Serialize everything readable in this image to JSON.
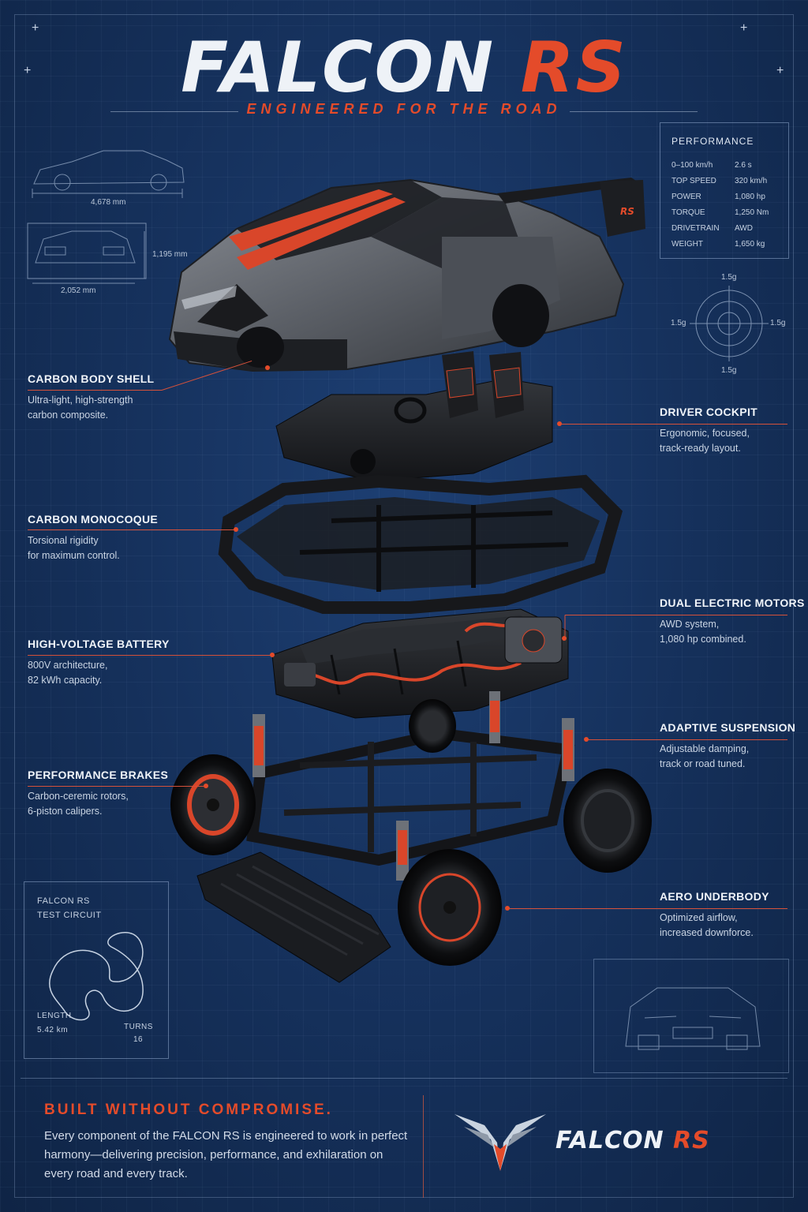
{
  "title": {
    "main": "FALCON",
    "accent": "RS"
  },
  "subtitle": "ENGINEERED FOR THE ROAD",
  "blueprint": {
    "length": "4,678 mm",
    "height": "1,195 mm",
    "width": "2,052 mm"
  },
  "performance": {
    "heading": "PERFORMANCE",
    "rows": [
      {
        "label": "0–100 km/h",
        "value": "2.6 s"
      },
      {
        "label": "TOP SPEED",
        "value": "320 km/h"
      },
      {
        "label": "POWER",
        "value": "1,080 hp"
      },
      {
        "label": "TORQUE",
        "value": "1,250 Nm"
      },
      {
        "label": "DRIVETRAIN",
        "value": "AWD"
      },
      {
        "label": "WEIGHT",
        "value": "1,650 kg"
      }
    ]
  },
  "gforce": {
    "top": "1.5g",
    "bottom": "1.5g",
    "left": "1.5g",
    "right": "1.5g"
  },
  "callouts": {
    "body_shell": {
      "title": "CARBON BODY SHELL",
      "line1": "Ultra-light, high-strength",
      "line2": "carbon composite."
    },
    "cockpit": {
      "title": "DRIVER COCKPIT",
      "line1": "Ergonomic, focused,",
      "line2": "track-ready layout."
    },
    "monocoque": {
      "title": "CARBON MONOCOQUE",
      "line1": "Torsional rigidity",
      "line2": "for maximum control."
    },
    "motors": {
      "title": "DUAL ELECTRIC MOTORS",
      "line1": "AWD system,",
      "line2": "1,080 hp combined."
    },
    "battery": {
      "title": "HIGH-VOLTAGE BATTERY",
      "line1": "800V architecture,",
      "line2": "82 kWh capacity."
    },
    "suspension": {
      "title": "ADAPTIVE SUSPENSION",
      "line1": "Adjustable damping,",
      "line2": "track or road tuned."
    },
    "brakes": {
      "title": "PERFORMANCE BRAKES",
      "line1": "Carbon-ceremic rotors,",
      "line2": "6-piston calipers."
    },
    "underbody": {
      "title": "AERO UNDERBODY",
      "line1": "Optimized airflow,",
      "line2": "increased downforce."
    }
  },
  "circuit": {
    "title1": "FALCON RS",
    "title2": "TEST CIRCUIT",
    "length_label": "LENGTH",
    "length_value": "5.42 km",
    "turns_label": "TURNS",
    "turns_value": "16"
  },
  "tagline": {
    "title": "BUILT WITHOUT COMPROMISE.",
    "body": "Every component of the FALCON RS is engineered to work in perfect harmony—delivering precision, performance, and exhilaration on every road and every track."
  },
  "logo": {
    "main": "FALCON",
    "accent": "RS"
  },
  "wing_badge": "RS",
  "colors": {
    "accent": "#e44b2a",
    "background": "#16325e",
    "carbon": "#1a1c20",
    "body": "#6b6f76"
  }
}
